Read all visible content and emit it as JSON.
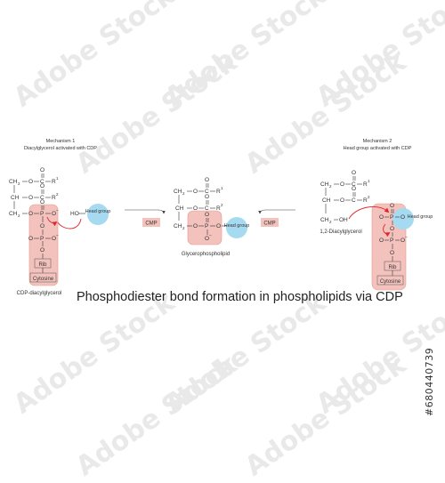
{
  "watermark": {
    "logo_text": "Adobe Stock",
    "id_number": "#680440739"
  },
  "title": "Phosphodiester bond formation in phospholipids via CDP",
  "mechanism1": {
    "heading": "Mechanism 1",
    "subheading": "Diacylglycerol activated with CDP",
    "caption": "CDP-diacylglycerol",
    "reactant": "HO",
    "head_group": "Head group",
    "rib": "Rib",
    "cytosine": "Cytosine"
  },
  "product": {
    "caption": "Glycerophospholipid",
    "head_group": "Head group"
  },
  "mechanism2": {
    "heading": "Mechanism 2",
    "subheading": "Head group activated with CDP",
    "caption": "1,2-Diacylglycerol",
    "hydroxyl": "OH",
    "head_group": "Head group",
    "rib": "Rib",
    "cytosine": "Cytosine"
  },
  "byproducts": {
    "left": "CMP",
    "right": "CMP"
  },
  "atoms": {
    "ch2": "CH",
    "ch": "CH",
    "sub2": "2",
    "o": "O",
    "c": "C",
    "p": "P",
    "r1": "R",
    "r2": "R",
    "sup1": "1",
    "sup2": "2",
    "minus": "−"
  },
  "colors": {
    "pink_box": "#f4c2bc",
    "pink_box_stroke": "#e49a90",
    "head_group_fill": "#a6daf1",
    "arrow_red": "#e0262c",
    "bond": "#333333"
  }
}
